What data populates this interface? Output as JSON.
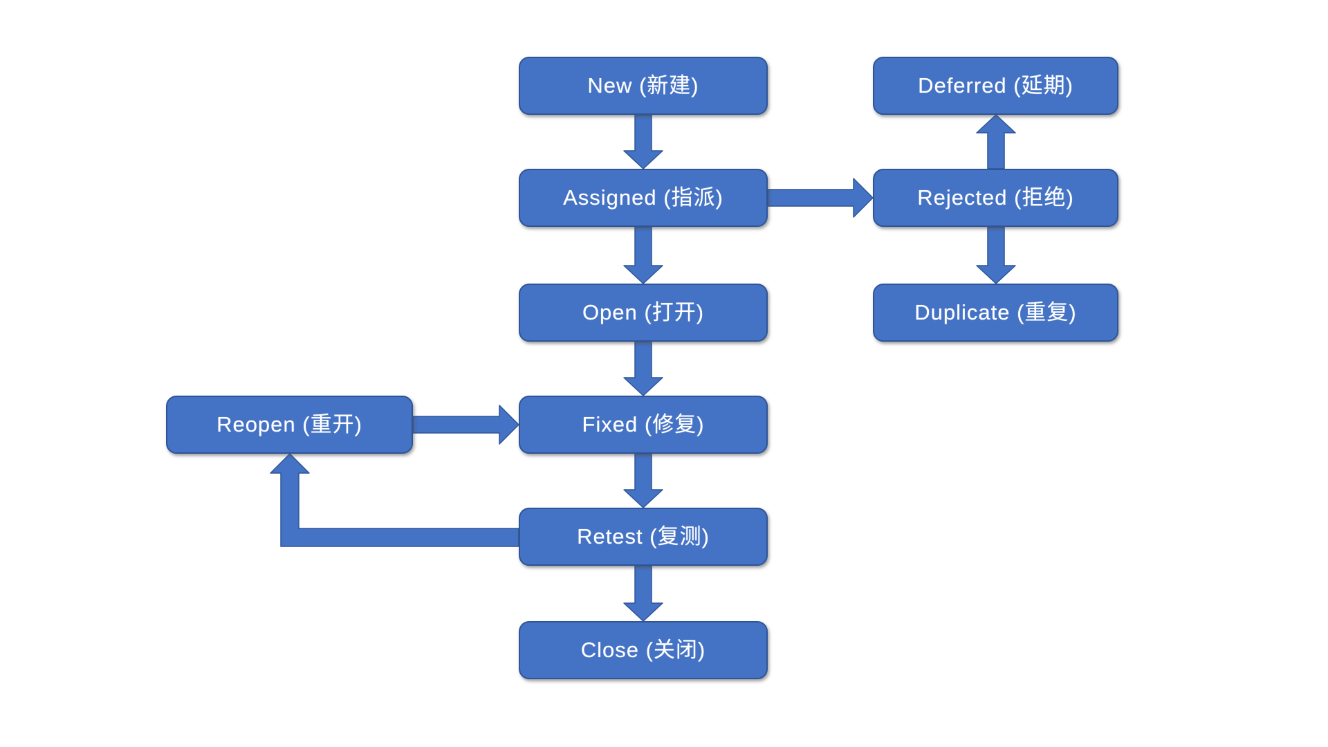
{
  "diagram": {
    "description": "Bug / defect lifecycle flowchart with English and Chinese state labels",
    "colors": {
      "node_fill": "#4472C4",
      "node_border": "#2F5597",
      "arrow_fill": "#4472C4",
      "arrow_border": "#2F5597",
      "text": "#FFFFFF",
      "background": "#FFFFFF"
    },
    "nodes": [
      {
        "id": "new",
        "label": "New (新建)"
      },
      {
        "id": "deferred",
        "label": "Deferred (延期)"
      },
      {
        "id": "assigned",
        "label": "Assigned (指派)"
      },
      {
        "id": "rejected",
        "label": "Rejected (拒绝)"
      },
      {
        "id": "open",
        "label": "Open (打开)"
      },
      {
        "id": "duplicate",
        "label": "Duplicate (重复)"
      },
      {
        "id": "reopen",
        "label": "Reopen (重开)"
      },
      {
        "id": "fixed",
        "label": "Fixed (修复)"
      },
      {
        "id": "retest",
        "label": "Retest (复测)"
      },
      {
        "id": "close",
        "label": "Close (关闭)"
      }
    ],
    "edges": [
      {
        "from": "new",
        "to": "assigned",
        "direction": "down"
      },
      {
        "from": "assigned",
        "to": "rejected",
        "direction": "right"
      },
      {
        "from": "rejected",
        "to": "deferred",
        "direction": "up"
      },
      {
        "from": "rejected",
        "to": "duplicate",
        "direction": "down"
      },
      {
        "from": "assigned",
        "to": "open",
        "direction": "down"
      },
      {
        "from": "open",
        "to": "fixed",
        "direction": "down"
      },
      {
        "from": "reopen",
        "to": "fixed",
        "direction": "right"
      },
      {
        "from": "fixed",
        "to": "retest",
        "direction": "down"
      },
      {
        "from": "retest",
        "to": "reopen",
        "direction": "left-then-up"
      },
      {
        "from": "retest",
        "to": "close",
        "direction": "down"
      }
    ]
  }
}
